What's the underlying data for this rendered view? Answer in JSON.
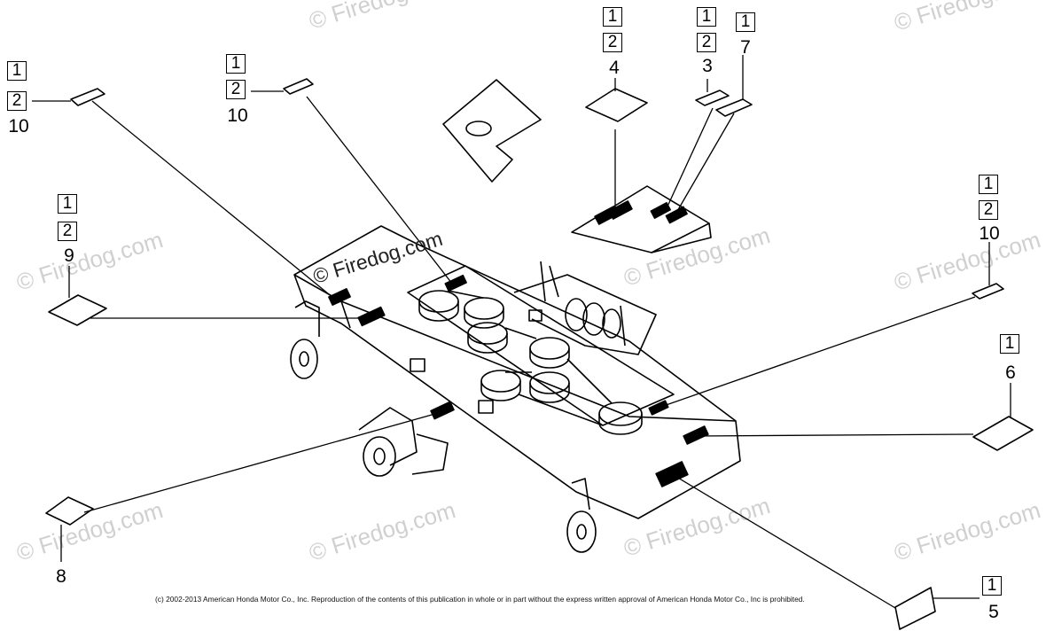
{
  "watermark": {
    "text": "© Firedog.com",
    "text_dark": "© Firedog.com"
  },
  "callouts": {
    "tl_10": {
      "boxes": [
        "1",
        "2"
      ],
      "number": "10"
    },
    "tc_10": {
      "boxes": [
        "1",
        "2"
      ],
      "number": "10"
    },
    "left_9": {
      "boxes": [
        "1",
        "2"
      ],
      "number": "9"
    },
    "top_4": {
      "boxes": [
        "1",
        "2"
      ],
      "number": "4"
    },
    "top_3": {
      "boxes": [
        "1",
        "2"
      ],
      "number": "3"
    },
    "top_7": {
      "boxes": [
        "1"
      ],
      "number": "7"
    },
    "right_10": {
      "boxes": [
        "1",
        "2"
      ],
      "number": "10"
    },
    "right_6": {
      "boxes": [
        "1"
      ],
      "number": "6"
    },
    "bottom_8": {
      "boxes": [],
      "number": "8"
    },
    "bottom_5": {
      "boxes": [
        "1"
      ],
      "number": "5"
    }
  },
  "copyright": "(c) 2002-2013 American Honda Motor Co., Inc. Reproduction of the contents of this publication in whole or in part without the express written approval of American Honda Motor Co., Inc is prohibited.",
  "colors": {
    "line": "#000000",
    "watermark": "#d0d0d0"
  }
}
